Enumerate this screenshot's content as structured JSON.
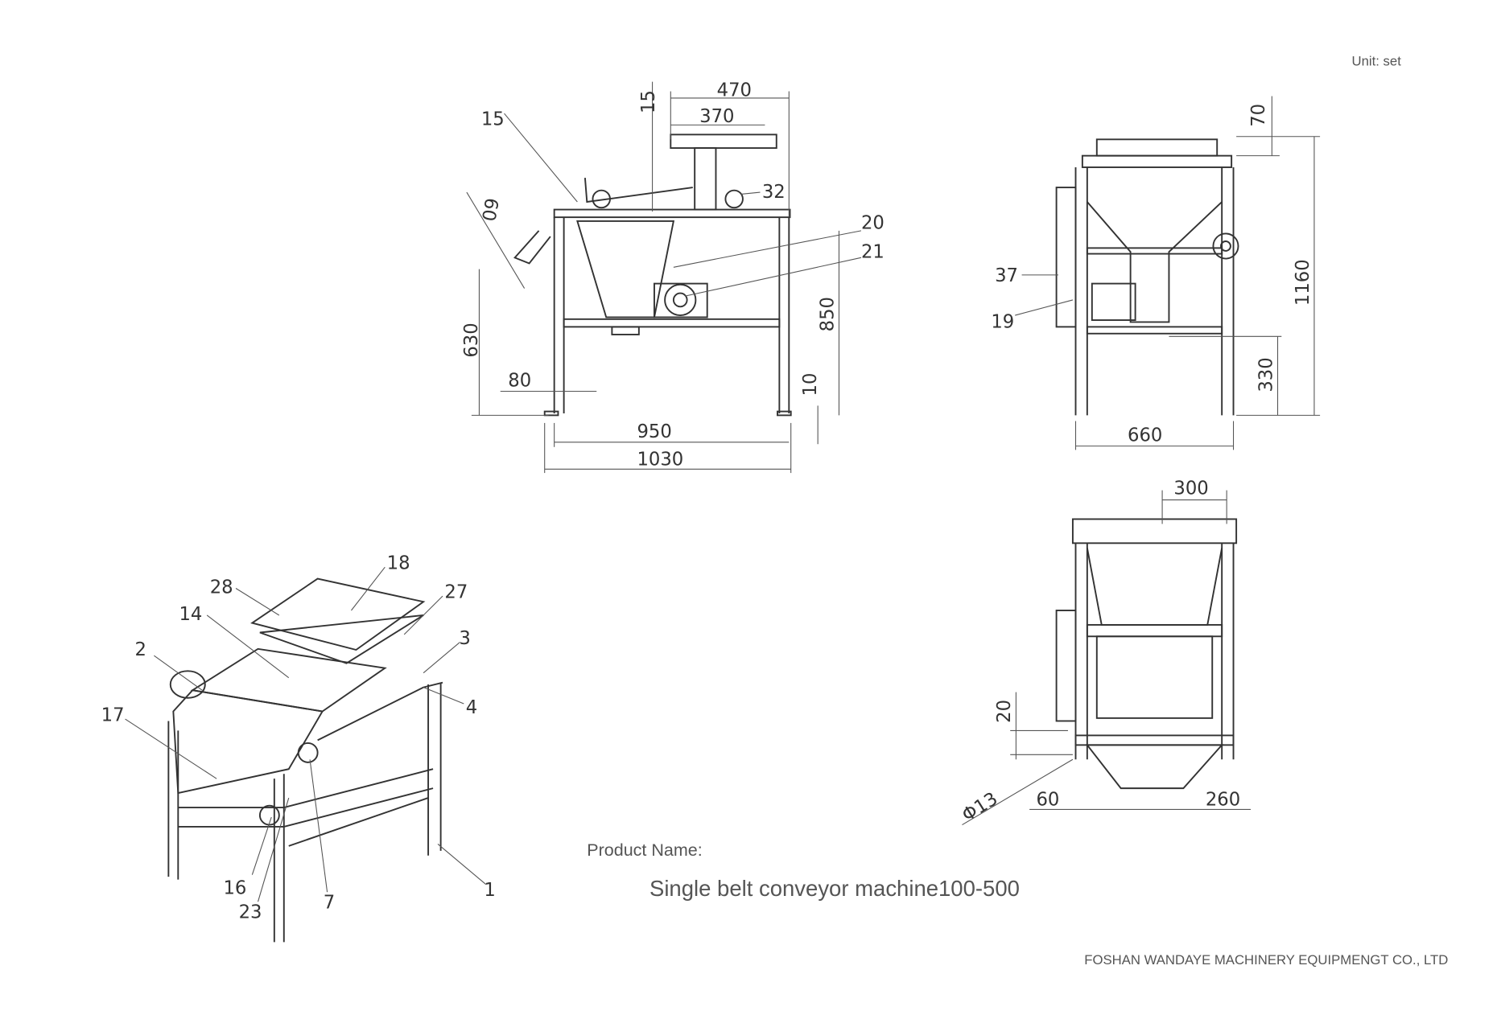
{
  "header": {
    "unit_label": "Unit:  set"
  },
  "front_view": {
    "dims": {
      "d15": "15",
      "d470": "470",
      "d370": "370",
      "d60": "60",
      "d630": "630",
      "d850": "850",
      "d80": "80",
      "d10": "10",
      "d950": "950",
      "d1030": "1030"
    },
    "parts": {
      "p15": "15",
      "p32": "32",
      "p20": "20",
      "p21": "21"
    }
  },
  "side_view": {
    "dims": {
      "d70": "70",
      "d1160": "1160",
      "d330": "330",
      "d660": "660"
    },
    "parts": {
      "p37": "37",
      "p19": "19"
    }
  },
  "bottom_view": {
    "dims": {
      "d300": "300",
      "d20": "20",
      "d13": "Φ13",
      "d60": "60",
      "d260": "260"
    }
  },
  "iso_view": {
    "parts": {
      "p18": "18",
      "p28": "28",
      "p27": "27",
      "p14": "14",
      "p3": "3",
      "p2": "2",
      "p4": "4",
      "p17": "17",
      "p16": "16",
      "p23": "23",
      "p7": "7",
      "p1": "1"
    }
  },
  "footer": {
    "product_name_label": "Product Name:",
    "product_name": "Single belt conveyor machine100-500",
    "company": "FOSHAN WANDAYE MACHINERY EQUIPMENGT CO., LTD"
  }
}
